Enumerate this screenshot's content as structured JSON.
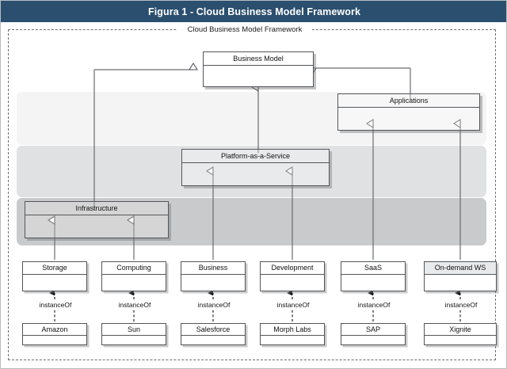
{
  "window": {
    "title": "Figura 1 - Cloud Business Model Framework",
    "title_bar_color": "#2b4f6e",
    "title_text_color": "#ffffff"
  },
  "diagram": {
    "frame_label": "Cloud Business Model Framework",
    "frame_style": "dashed",
    "bands": [
      {
        "name": "applications-layer",
        "fill": "#f4f4f5"
      },
      {
        "name": "platform-layer",
        "fill": "#e0e1e3"
      },
      {
        "name": "infrastructure-layer",
        "fill": "#c9cacb"
      }
    ],
    "root": {
      "label": "Business Model"
    },
    "abstract_classes": [
      {
        "label": "Applications"
      },
      {
        "label": "Platform-as-a-Service"
      },
      {
        "label": "Infrastructure"
      }
    ],
    "leaf_classes": [
      {
        "label": "Storage"
      },
      {
        "label": "Computing"
      },
      {
        "label": "Business"
      },
      {
        "label": "Development"
      },
      {
        "label": "SaaS"
      },
      {
        "label": "On-demand WS"
      }
    ],
    "instances": [
      {
        "label": "Amazon"
      },
      {
        "label": "Sun"
      },
      {
        "label": "Salesforce"
      },
      {
        "label": "Morph Labs"
      },
      {
        "label": "SAP"
      },
      {
        "label": "Xignite"
      }
    ],
    "instance_of_labels": [
      "instanceOf",
      "instanceOf",
      "instanceOf",
      "instanceOf",
      "instanceOf",
      "instanceOf"
    ],
    "relations": {
      "generalization_note": "hollow triangle points to parent",
      "dependency_note": "dashed line with solid arrowhead labelled instanceOf"
    }
  }
}
